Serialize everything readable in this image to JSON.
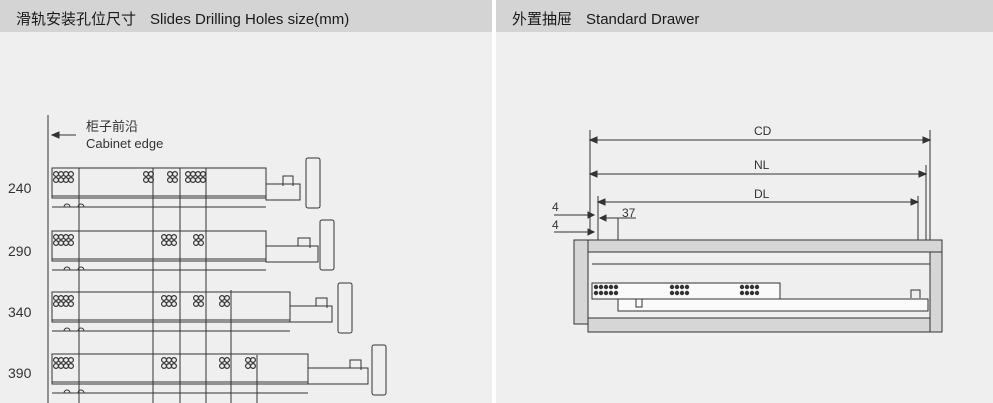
{
  "left_panel": {
    "title_zh": "滑轨安装孔位尺寸",
    "title_en": "Slides Drilling Holes size(mm)",
    "cabinet_edge_zh": "柜子前沿",
    "cabinet_edge_en": "Cabinet edge",
    "rows": [
      {
        "label": "240"
      },
      {
        "label": "290"
      },
      {
        "label": "340"
      },
      {
        "label": "390"
      }
    ]
  },
  "right_panel": {
    "title_zh": "外置抽屉",
    "title_en": "Standard Drawer",
    "dimensions": {
      "cd": "CD",
      "nl": "NL",
      "dl": "DL",
      "offset_top": "4",
      "offset_bottom": "4",
      "hole_offset": "37"
    }
  },
  "colors": {
    "header_bg": "#d4d4d4",
    "panel_bg": "#efefef",
    "line": "#333333",
    "drawer_fill": "#d6d6d6"
  }
}
